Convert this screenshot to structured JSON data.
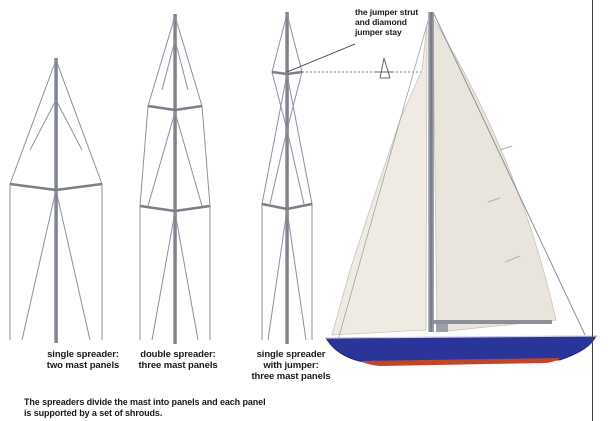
{
  "labels": {
    "single_spreader": [
      "single spreader:",
      "two mast panels"
    ],
    "double_spreader": [
      "double spreader:",
      "three mast panels"
    ],
    "single_jumper": [
      "single spreader",
      "with jumper:",
      "three mast panels"
    ],
    "jumper_strut": [
      "the jumper strut",
      "and diamond",
      "jumper stay"
    ]
  },
  "caption": [
    "The spreaders divide the mast into panels and each panel",
    "is supported by a set of shrouds."
  ],
  "colors": {
    "hull": "#2a3499",
    "boot_stripe": "#c0462a",
    "sail": "#efebe2",
    "mast": "#7f8590",
    "rigging": "#8c9199"
  }
}
